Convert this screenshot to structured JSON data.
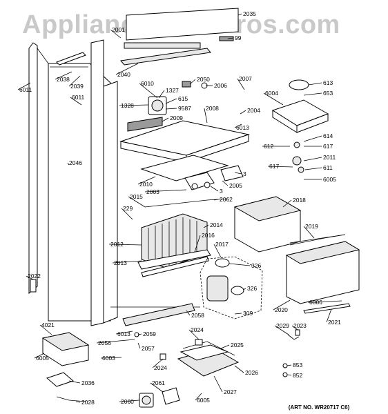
{
  "watermark": "AppliancePartsPros.com",
  "art_number": "(ART NO. WR20717 C6)",
  "callouts": [
    {
      "id": "2035",
      "label": "2035"
    },
    {
      "id": "99",
      "label": "99"
    },
    {
      "id": "2001",
      "label": "2001"
    },
    {
      "id": "2040",
      "label": "2040"
    },
    {
      "id": "6011a",
      "label": "6011"
    },
    {
      "id": "2038",
      "label": "2038"
    },
    {
      "id": "2039",
      "label": "2039"
    },
    {
      "id": "6011b",
      "label": "6011"
    },
    {
      "id": "6010",
      "label": "6010"
    },
    {
      "id": "1327",
      "label": "1327"
    },
    {
      "id": "2050",
      "label": "2050"
    },
    {
      "id": "2006",
      "label": "2006"
    },
    {
      "id": "2007",
      "label": "2007"
    },
    {
      "id": "613",
      "label": "613"
    },
    {
      "id": "6004",
      "label": "6004"
    },
    {
      "id": "653",
      "label": "653"
    },
    {
      "id": "615",
      "label": "615"
    },
    {
      "id": "1328",
      "label": "1328"
    },
    {
      "id": "9587",
      "label": "9587"
    },
    {
      "id": "2008",
      "label": "2008"
    },
    {
      "id": "2004",
      "label": "2004"
    },
    {
      "id": "2009",
      "label": "2009"
    },
    {
      "id": "6013a",
      "label": "6013"
    },
    {
      "id": "614",
      "label": "614"
    },
    {
      "id": "612",
      "label": "612"
    },
    {
      "id": "617a",
      "label": "617"
    },
    {
      "id": "2046",
      "label": "2046"
    },
    {
      "id": "2011",
      "label": "2011"
    },
    {
      "id": "3a",
      "label": "3"
    },
    {
      "id": "617b",
      "label": "617"
    },
    {
      "id": "611",
      "label": "611"
    },
    {
      "id": "2010",
      "label": "2010"
    },
    {
      "id": "6005a",
      "label": "6005"
    },
    {
      "id": "2005",
      "label": "2005"
    },
    {
      "id": "2003",
      "label": "2003"
    },
    {
      "id": "3b",
      "label": "3"
    },
    {
      "id": "2015",
      "label": "2015"
    },
    {
      "id": "2062",
      "label": "2062"
    },
    {
      "id": "2018",
      "label": "2018"
    },
    {
      "id": "229",
      "label": "229"
    },
    {
      "id": "2014",
      "label": "2014"
    },
    {
      "id": "2019",
      "label": "2019"
    },
    {
      "id": "2016",
      "label": "2016"
    },
    {
      "id": "2012",
      "label": "2012"
    },
    {
      "id": "2017",
      "label": "2017"
    },
    {
      "id": "2013",
      "label": "2013"
    },
    {
      "id": "326a",
      "label": "326"
    },
    {
      "id": "2022",
      "label": "2022"
    },
    {
      "id": "326b",
      "label": "326"
    },
    {
      "id": "6006",
      "label": "6006"
    },
    {
      "id": "309",
      "label": "309"
    },
    {
      "id": "2020",
      "label": "2020"
    },
    {
      "id": "2058",
      "label": "2058"
    },
    {
      "id": "2021",
      "label": "2021"
    },
    {
      "id": "4021",
      "label": "4021"
    },
    {
      "id": "6013b",
      "label": "6013"
    },
    {
      "id": "2059",
      "label": "2059"
    },
    {
      "id": "2029",
      "label": "2029"
    },
    {
      "id": "2023",
      "label": "2023"
    },
    {
      "id": "2024a",
      "label": "2024"
    },
    {
      "id": "2056",
      "label": "2056"
    },
    {
      "id": "2057",
      "label": "2057"
    },
    {
      "id": "2025",
      "label": "2025"
    },
    {
      "id": "6005b",
      "label": "6005"
    },
    {
      "id": "6003",
      "label": "6003"
    },
    {
      "id": "2024b",
      "label": "2024"
    },
    {
      "id": "2026",
      "label": "2026"
    },
    {
      "id": "853",
      "label": "853"
    },
    {
      "id": "852",
      "label": "852"
    },
    {
      "id": "2036",
      "label": "2036"
    },
    {
      "id": "2061",
      "label": "2061"
    },
    {
      "id": "2027",
      "label": "2027"
    },
    {
      "id": "2028",
      "label": "2028"
    },
    {
      "id": "2060",
      "label": "2060"
    },
    {
      "id": "6005c",
      "label": "6005"
    }
  ]
}
